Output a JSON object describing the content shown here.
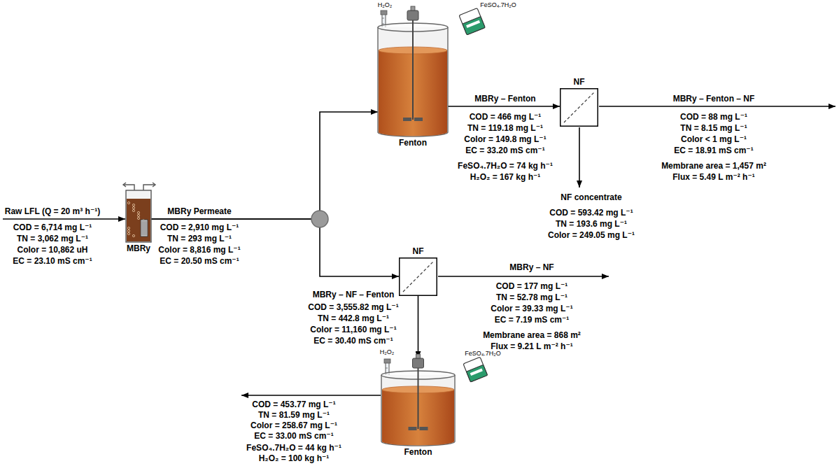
{
  "diagram": {
    "nodes": [
      {
        "text": [
          "MBRy"
        ]
      },
      {
        "text": [
          "Fenton"
        ]
      },
      {
        "text": [
          "NF"
        ]
      },
      {
        "text": [
          "NF"
        ]
      },
      {
        "text": [
          "Fenton"
        ]
      }
    ],
    "edges": [
      {
        "from": 0,
        "to": 1,
        "arrow": "to"
      },
      {
        "from": 0,
        "to": 3,
        "arrow": "to"
      },
      {
        "from": 1,
        "to": 2,
        "arrow": "to"
      },
      {
        "from": 3,
        "to": 4,
        "arrow": "to"
      }
    ],
    "labels": [
      "Raw LFL (Q = 20 m³ h⁻¹)",
      "COD = 6,714 mg L⁻¹",
      "TN = 3,062 mg L⁻¹",
      "Color = 10,862 uH",
      "EC  = 23.10 mS cm⁻¹",
      "MBRy Permeate",
      "COD = 2,910 mg L⁻¹",
      "TN = 293 mg L⁻¹",
      "Color = 8,816 mg L⁻¹",
      "EC = 20.50 mS cm⁻¹",
      "H₂O₂",
      "FeSO₄.7H₂O",
      "MBRy – Fenton",
      "COD = 466 mg L⁻¹",
      "TN = 119.18 mg L⁻¹",
      "Color = 149.8 mg L⁻¹",
      "EC = 33.20 mS cm⁻¹",
      "FeSO₄.7H₂O = 74 kg h⁻¹",
      "H₂O₂ = 167 kg h⁻¹",
      "MBRy – Fenton – NF",
      "COD = 88 mg L⁻¹",
      "TN = 8.15 mg L⁻¹",
      "Color < 1 mg L⁻¹",
      "EC = 18.91 mS cm⁻¹",
      "Membrane area = 1,457 m²",
      "Flux = 5.49 L m⁻² h⁻¹",
      "NF concentrate",
      "COD = 593.42 mg L⁻¹",
      "TN = 193.6 mg L⁻¹",
      "Color = 249.05 mg L⁻¹",
      "MBRy – NF",
      "COD = 177 mg L⁻¹",
      "TN = 52.78 mg L⁻¹",
      "Color = 39.33 mg L⁻¹",
      "EC = 7.19 mS cm⁻¹",
      "Membrane area = 868 m²",
      "Flux = 9.21 L m⁻² h⁻¹",
      "MBRy – NF – Fenton",
      "COD = 3,555.82 mg L⁻¹",
      "TN = 442.8 mg L⁻¹",
      "Color = 11,160 mg L⁻¹",
      "EC = 30.40 mS cm⁻¹",
      "H₂O₂",
      "FeSO₄.7H₂O",
      "COD = 453.77 mg L⁻¹",
      "TN = 81.59 mg L⁻¹",
      "Color = 258.67 mg L⁻¹",
      "EC = 33.00 mS cm⁻¹",
      "FeSO₄.7H₂O = 44 kg h⁻¹",
      "H₂O₂ = 100 kg h⁻¹"
    ]
  }
}
